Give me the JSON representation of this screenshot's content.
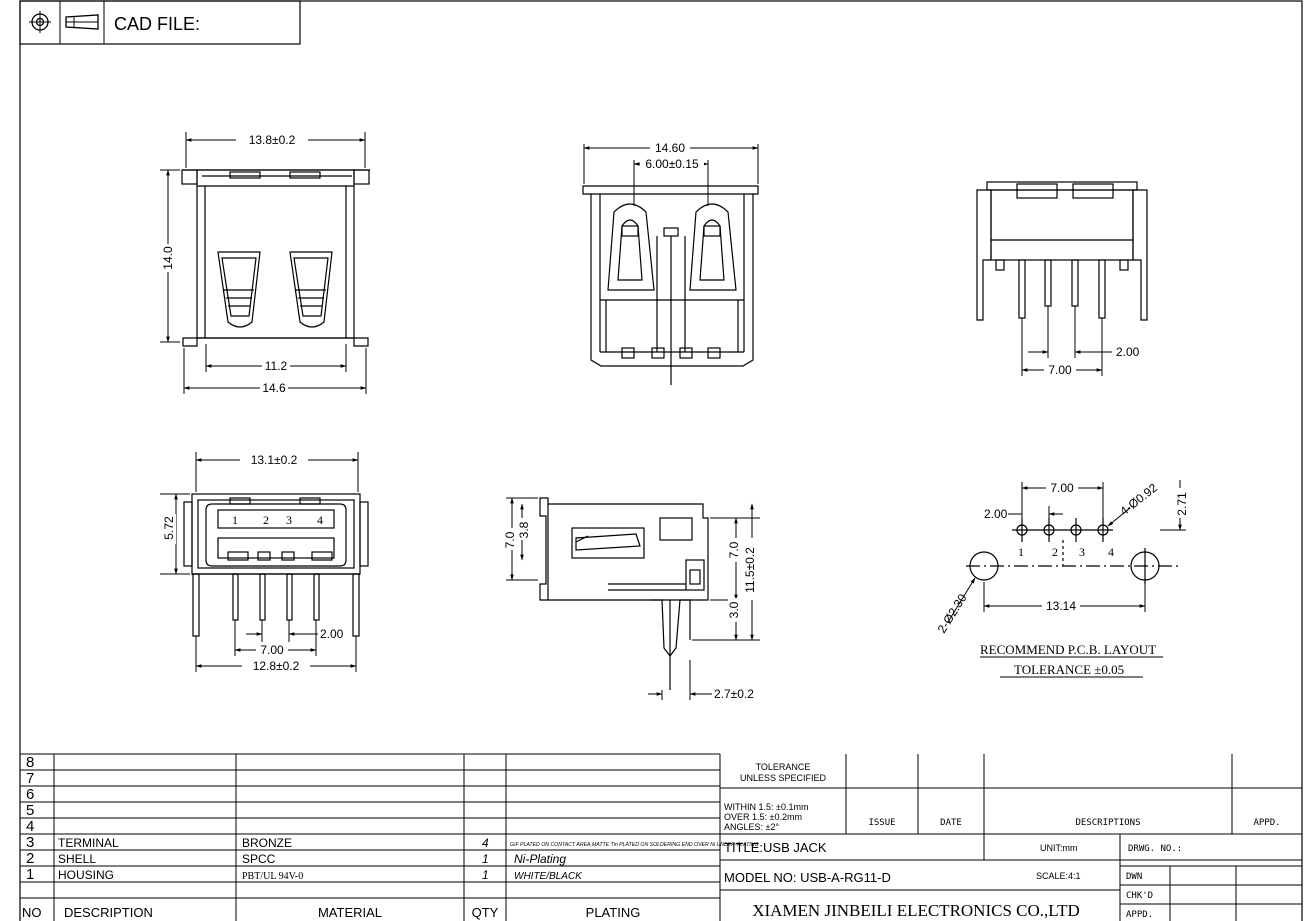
{
  "header": {
    "cad_label": "CAD FILE:"
  },
  "dimensions": {
    "front_top_width": "13.8±0.2",
    "front_height": "14.0",
    "front_pin_span": "11.2",
    "front_overall_width": "14.6",
    "rear_width": "14.60",
    "rear_tab_width": "6.00±0.15",
    "side_pin_pitch": "2.00",
    "side_pin_span": "7.00",
    "face_width": "13.1±0.2",
    "face_height": "5.72",
    "face_pin_pitch": "2.00",
    "face_pin_span": "7.00",
    "face_bottom_width": "12.8±0.2",
    "profile_height_left": "7.0",
    "profile_inner_left": "3.8",
    "profile_height_right": "7.0",
    "profile_total_height": "11.5±0.2",
    "profile_pin_length": "3.0",
    "profile_offset": "2.7±0.2",
    "pcb_span": "7.00",
    "pcb_pitch": "2.00",
    "pcb_hole": "4-Ø0.92",
    "pcb_offset": "2.71",
    "pcb_shell_hole": "2-Ø2.30",
    "pcb_shell_span": "13.14"
  },
  "pin_numbers": [
    "1",
    "2",
    "3",
    "4"
  ],
  "pcb_pin_numbers": [
    "1",
    "2",
    "3",
    "4"
  ],
  "pcb_layout": {
    "title": "RECOMMEND P.C.B. LAYOUT",
    "tolerance": "TOLERANCE ±0.05"
  },
  "bom": {
    "header": {
      "no": "NO",
      "description": "DESCRIPTION",
      "material": "MATERIAL",
      "qty": "QTY",
      "plating": "PLATING"
    },
    "rows": [
      {
        "no": "8",
        "description": "",
        "material": "",
        "qty": "",
        "plating": ""
      },
      {
        "no": "7",
        "description": "",
        "material": "",
        "qty": "",
        "plating": ""
      },
      {
        "no": "6",
        "description": "",
        "material": "",
        "qty": "",
        "plating": ""
      },
      {
        "no": "5",
        "description": "",
        "material": "",
        "qty": "",
        "plating": ""
      },
      {
        "no": "4",
        "description": "",
        "material": "",
        "qty": "",
        "plating": ""
      },
      {
        "no": "3",
        "description": "TERMINAL",
        "material": "BRONZE",
        "qty": "4",
        "plating": "G/F PLATED ON CONTACT AREA,MATTE Tin PLATED ON SOLDERING END OVER Ni UNDER-PLATING"
      },
      {
        "no": "2",
        "description": "SHELL",
        "material": "SPCC",
        "qty": "1",
        "plating": "Ni-Plating"
      },
      {
        "no": "1",
        "description": "HOUSING",
        "material": "PBT/UL 94V-0",
        "qty": "1",
        "plating": "WHITE/BLACK"
      }
    ]
  },
  "title_block": {
    "tolerance_title": [
      "TOLERANCE",
      "UNLESS SPECIFIED"
    ],
    "tolerance_values": [
      "WITHIN 1.5: ±0.1mm",
      "OVER 1.5:  ±0.2mm",
      "ANGLES: ±2°"
    ],
    "issue": "ISSUE",
    "date": "DATE",
    "descriptions": "DESCRIPTIONS",
    "appd_col": "APPD.",
    "title": "TITLE:USB JACK",
    "unit": "UNIT:mm",
    "drwg_no": "DRWG. NO.:",
    "model": "MODEL NO: USB-A-RG11-D",
    "scale": "SCALE:4:1",
    "dwn": "DWN",
    "chkd": "CHK'D",
    "appd": "APPD.",
    "company": "XIAMEN JINBEILI ELECTRONICS CO.,LTD"
  }
}
